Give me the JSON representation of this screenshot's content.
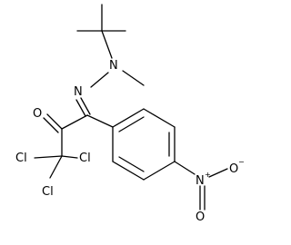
{
  "molecule": {
    "atoms": {
      "N_hydrazine_1": "N",
      "N_hydrazine_2": "N",
      "O_carbonyl": "O",
      "Cl_1": "Cl",
      "Cl_2": "Cl",
      "Cl_3": "Cl",
      "N_nitro": "N",
      "N_nitro_charge": "+",
      "O_nitro_1": "O",
      "O_nitro_2": "O",
      "O_nitro_2_charge": "−"
    }
  }
}
